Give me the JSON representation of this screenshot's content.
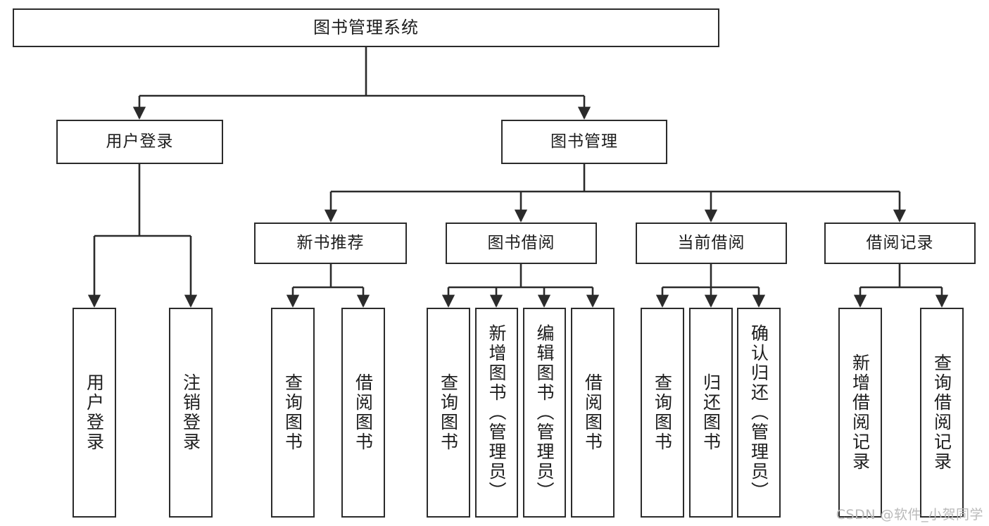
{
  "diagram": {
    "type": "tree",
    "title": "图书管理系统",
    "root": {
      "id": "root",
      "label": "图书管理系统"
    },
    "level1": [
      {
        "id": "user-login",
        "label": "用户登录"
      },
      {
        "id": "book-manage",
        "label": "图书管理"
      }
    ],
    "level2": [
      {
        "id": "new-book-recommend",
        "label": "新书推荐",
        "parent": "book-manage"
      },
      {
        "id": "book-borrow",
        "label": "图书借阅",
        "parent": "book-manage"
      },
      {
        "id": "current-borrow",
        "label": "当前借阅",
        "parent": "book-manage"
      },
      {
        "id": "borrow-record",
        "label": "借阅记录",
        "parent": "book-manage"
      }
    ],
    "leaves": {
      "user_login": [
        {
          "id": "leaf-user-login",
          "label": "用户登录"
        },
        {
          "id": "leaf-user-logout",
          "label": "注销登录"
        }
      ],
      "new_book_recommend": [
        {
          "id": "leaf-query-book-1",
          "label": "查询图书"
        },
        {
          "id": "leaf-borrow-book-1",
          "label": "借阅图书"
        }
      ],
      "book_borrow": [
        {
          "id": "leaf-query-book-2",
          "label": "查询图书"
        },
        {
          "id": "leaf-add-book",
          "label": "新增图书（管理员）"
        },
        {
          "id": "leaf-edit-book",
          "label": "编辑图书（管理员）"
        },
        {
          "id": "leaf-borrow-book-2",
          "label": "借阅图书"
        }
      ],
      "current_borrow": [
        {
          "id": "leaf-query-book-3",
          "label": "查询图书"
        },
        {
          "id": "leaf-return-book",
          "label": "归还图书"
        },
        {
          "id": "leaf-confirm-return",
          "label": "确认归还（管理员）"
        }
      ],
      "borrow_record": [
        {
          "id": "leaf-add-record",
          "label": "新增借阅记录"
        },
        {
          "id": "leaf-query-record",
          "label": "查询借阅记录"
        }
      ]
    }
  },
  "watermark": {
    "text": "CSDN @软件_小贺同学"
  },
  "colors": {
    "stroke": "#2b2b2b",
    "background": "#ffffff",
    "text": "#1d1d1d",
    "watermark": "#b9b9b9"
  }
}
